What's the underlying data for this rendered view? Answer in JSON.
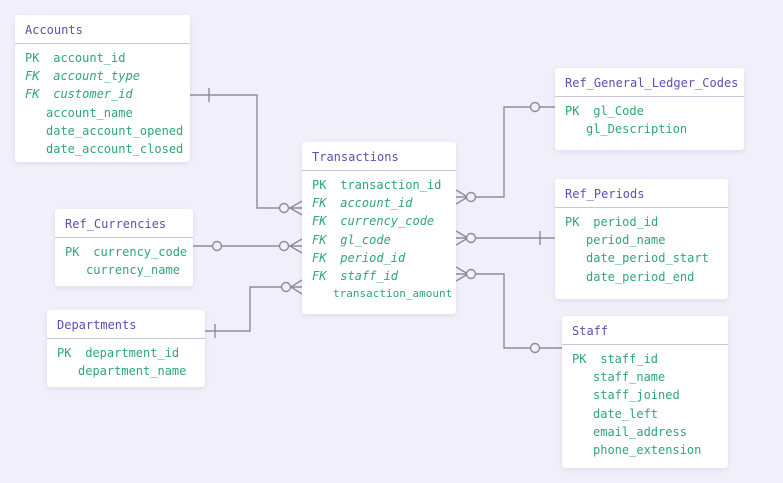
{
  "entities": {
    "accounts": {
      "title": "Accounts",
      "rows": [
        {
          "key": "PK",
          "name": "account_id"
        },
        {
          "key": "FK",
          "name": "account_type"
        },
        {
          "key": "FK",
          "name": "customer_id"
        },
        {
          "key": "",
          "name": "account_name"
        },
        {
          "key": "",
          "name": "date_account_opened"
        },
        {
          "key": "",
          "name": "date_account_closed"
        }
      ]
    },
    "ref_currencies": {
      "title": "Ref_Currencies",
      "rows": [
        {
          "key": "PK",
          "name": "currency_code"
        },
        {
          "key": "",
          "name": "currency_name"
        }
      ]
    },
    "departments": {
      "title": "Departments",
      "rows": [
        {
          "key": "PK",
          "name": "department_id"
        },
        {
          "key": "",
          "name": "department_name"
        }
      ]
    },
    "transactions": {
      "title": "Transactions",
      "rows": [
        {
          "key": "PK",
          "name": "transaction_id"
        },
        {
          "key": "FK",
          "name": "account_id"
        },
        {
          "key": "FK",
          "name": "currency_code"
        },
        {
          "key": "FK",
          "name": "gl_code"
        },
        {
          "key": "FK",
          "name": "period_id"
        },
        {
          "key": "FK",
          "name": "staff_id"
        },
        {
          "key": "",
          "name": "transaction_amount"
        }
      ]
    },
    "ref_general_ledger_codes": {
      "title": "Ref_General_Ledger_Codes",
      "rows": [
        {
          "key": "PK",
          "name": "gl_Code"
        },
        {
          "key": "",
          "name": "gl_Description"
        }
      ]
    },
    "ref_periods": {
      "title": "Ref_Periods",
      "rows": [
        {
          "key": "PK",
          "name": "period_id"
        },
        {
          "key": "",
          "name": "period_name"
        },
        {
          "key": "",
          "name": "date_period_start"
        },
        {
          "key": "",
          "name": "date_period_end"
        }
      ]
    },
    "staff": {
      "title": "Staff",
      "rows": [
        {
          "key": "PK",
          "name": "staff_id"
        },
        {
          "key": "",
          "name": "staff_name"
        },
        {
          "key": "",
          "name": "staff_joined"
        },
        {
          "key": "",
          "name": "date_left"
        },
        {
          "key": "",
          "name": "email_address"
        },
        {
          "key": "",
          "name": "phone_extension"
        }
      ]
    }
  },
  "colors": {
    "background": "#f1f0fa",
    "title": "#5b4fb3",
    "field": "#2fa57a",
    "connector": "#8e8a9e"
  }
}
